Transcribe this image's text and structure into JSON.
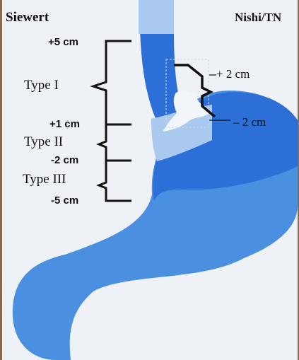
{
  "headings": {
    "left": "Siewert",
    "right": "Nishi/TN"
  },
  "siewert_scale": {
    "ticks": [
      "+5 cm",
      "+1 cm",
      "-2 cm",
      "-5 cm"
    ],
    "types": [
      "Type I",
      "Type II",
      "Type III"
    ]
  },
  "nishi_scale": {
    "upper": "+ 2 cm",
    "lower": "– 2 cm"
  },
  "colors": {
    "paper": "#eef1f6",
    "organ_blue": "#4a8fe0",
    "dark_blue": "#2c6fd6",
    "pale_blue": "#a9c9ef",
    "ink": "#111111"
  }
}
